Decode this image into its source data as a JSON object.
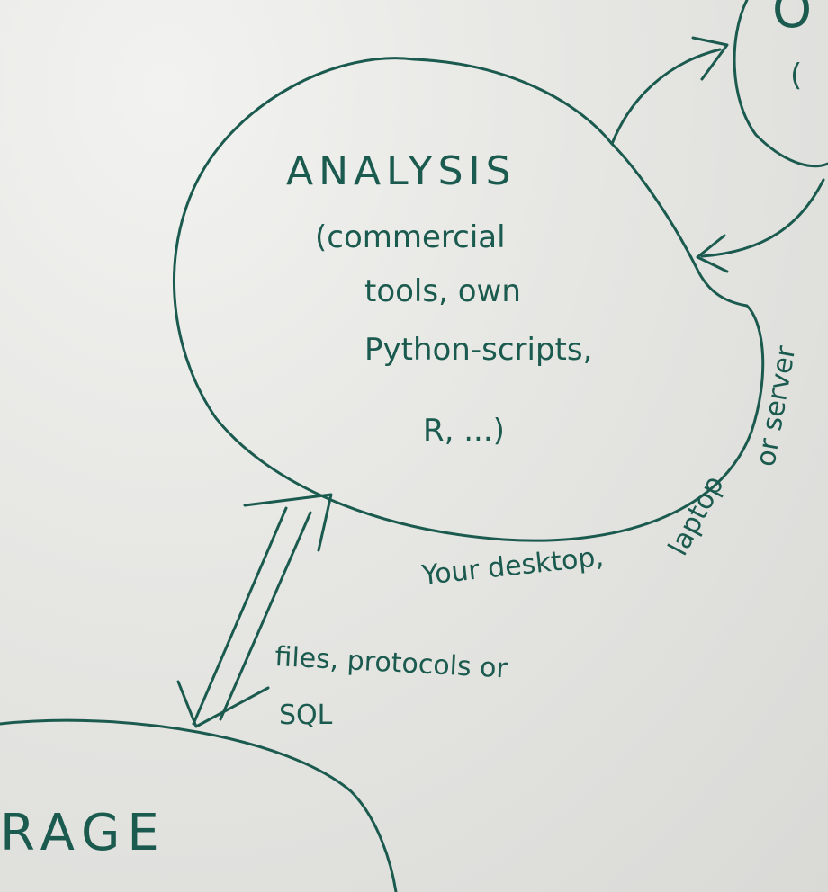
{
  "ink_color": "#1b5a4e",
  "analysis": {
    "title": "ANALYSIS",
    "lines": [
      "(commercial",
      "tools, own",
      "Python-scripts,",
      "R, ...)"
    ]
  },
  "location_note": {
    "part1": "Your desktop,",
    "part2": "laptop",
    "part3": "or server"
  },
  "transfer_label": {
    "line1": "files, protocols or",
    "line2": "SQL"
  },
  "storage": {
    "title_fragment": "RAGE"
  },
  "output_fragment": {
    "top": "O",
    "bottom": "("
  }
}
